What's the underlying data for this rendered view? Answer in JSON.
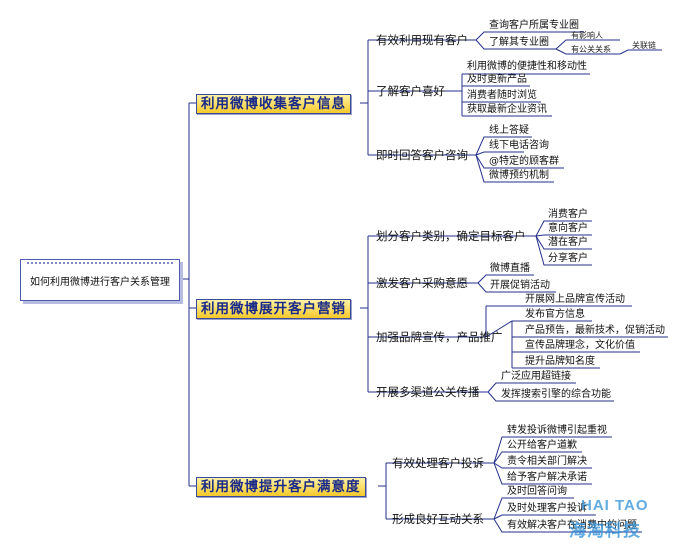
{
  "root": {
    "label": "如何利用微博进行客户关系管理"
  },
  "branches": [
    {
      "label": "利用微博收集客户信息",
      "children": [
        {
          "label": "有效利用现有客户",
          "children": [
            "查询客户所属专业圈",
            "了解其专业圈"
          ]
        },
        {
          "label": "了解客户喜好",
          "children": [
            "利用微博的便捷性和移动性",
            "及时更新产品",
            "消费者随时浏览",
            "获取最新企业资讯"
          ]
        },
        {
          "label": "即时回答客户咨询",
          "children": [
            "线上答疑",
            "线下电话咨询",
            "@特定的顾客群",
            "微博预约机制"
          ]
        }
      ],
      "extra": {
        "sub1": "有影响人",
        "sub2": "有公关关系",
        "far": "关联链"
      }
    },
    {
      "label": "利用微博展开客户营销",
      "children": [
        {
          "label": "划分客户类别，确定目标客户",
          "children": [
            "消费客户",
            "意向客户",
            "潜在客户",
            "分享客户"
          ]
        },
        {
          "label": "激发客户采购意愿",
          "children": [
            "微博直播",
            "开展促销活动"
          ]
        },
        {
          "label": "加强品牌宣传，产品推广",
          "children": [
            "开展网上品牌宣传活动",
            "发布官方信息",
            "产品预告，最新技术，促销活动",
            "宣传品牌理念，文化价值",
            "提升品牌知名度"
          ]
        },
        {
          "label": "开展多渠道公关传播",
          "children": [
            "广泛应用超链接",
            "发挥搜索引擎的综合功能"
          ]
        }
      ]
    },
    {
      "label": "利用微博提升客户满意度",
      "children": [
        {
          "label": "有效处理客户投诉",
          "children": [
            "转发投诉微博引起重视",
            "公开给客户道歉",
            "责令相关部门解决",
            "给予客户解决承诺"
          ]
        },
        {
          "label": "形成良好互动关系",
          "children": [
            "及时回答问询",
            "及时处理客户投诉",
            "有效解决客户在消费中的问题"
          ]
        }
      ]
    }
  ],
  "watermark": {
    "top": "HAI TAO",
    "bottom": "海淘科技"
  },
  "colors": {
    "line": "#23308c",
    "main_border": "#3a4a9a",
    "main_text": "#1a2a8a",
    "main_fill": "#f5c92a"
  }
}
